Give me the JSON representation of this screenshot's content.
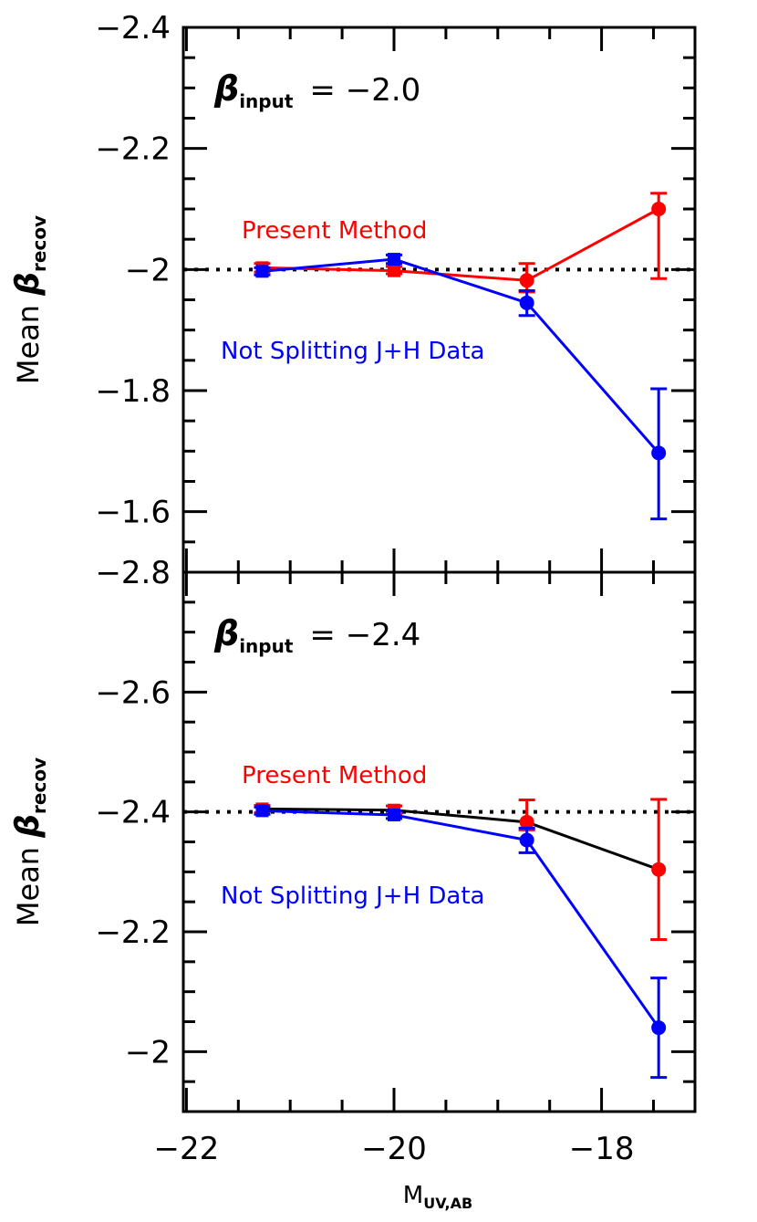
{
  "chart_data": [
    {
      "type": "line",
      "panel": "top",
      "annotation": {
        "symbol": "β",
        "sub": "input",
        "text": "= −2.0"
      },
      "ylabel": {
        "text": "Mean",
        "symbol": "β",
        "sub": "recov"
      },
      "xlim": [
        -22.03,
        -17.1
      ],
      "ylim": [
        -2.4,
        -1.5
      ],
      "y_inverted": true,
      "yticks": [
        -2.4,
        -2.2,
        -2,
        -1.8,
        -1.6
      ],
      "ytick_labels": [
        "−2.4",
        "−2.2",
        "−2",
        "−1.8",
        "−1.6"
      ],
      "reference_line": -2.0,
      "series": [
        {
          "name": "Present Method",
          "color": "#ff0000",
          "line_color": "#ff0000",
          "x": [
            -21.27,
            -20.0,
            -18.72,
            -17.45
          ],
          "y": [
            -2.003,
            -1.998,
            -1.982,
            -2.1
          ],
          "err_low": [
            -2.01,
            -1.993,
            -2.01,
            -2.126
          ],
          "err_high": [
            -1.996,
            -2.005,
            -1.963,
            -1.985
          ],
          "markers": [
            "square",
            "square",
            "circle",
            "circle"
          ]
        },
        {
          "name": "Not Splitting J+H Data",
          "color": "#0000ff",
          "line_color": "#0000ff",
          "x": [
            -21.27,
            -20.0,
            -18.72,
            -17.45
          ],
          "y": [
            -1.997,
            -2.017,
            -1.945,
            -1.697
          ],
          "err_low": [
            -2.003,
            -2.024,
            -1.965,
            -1.803
          ],
          "err_high": [
            -1.991,
            -2.01,
            -1.924,
            -1.588
          ],
          "markers": [
            "square",
            "square",
            "circle",
            "circle"
          ]
        }
      ]
    },
    {
      "type": "line",
      "panel": "bottom",
      "annotation": {
        "symbol": "β",
        "sub": "input",
        "text": "= −2.4"
      },
      "ylabel": {
        "text": "Mean",
        "symbol": "β",
        "sub": "recov"
      },
      "xlabel": {
        "text": "M",
        "sub": "UV,AB"
      },
      "xlim": [
        -22.03,
        -17.1
      ],
      "ylim": [
        -2.8,
        -1.9
      ],
      "y_inverted": true,
      "xticks": [
        -22,
        -20,
        -18
      ],
      "xtick_labels": [
        "−22",
        "−20",
        "−18"
      ],
      "yticks": [
        -2.8,
        -2.6,
        -2.4,
        -2.2,
        -2
      ],
      "ytick_labels": [
        "−2.8",
        "−2.6",
        "−2.4",
        "−2.2",
        "−2"
      ],
      "reference_line": -2.4,
      "series": [
        {
          "name": "Present Method",
          "color": "#ff0000",
          "line_color": "#000000",
          "x": [
            -21.27,
            -20.0,
            -18.72,
            -17.45
          ],
          "y": [
            -2.405,
            -2.403,
            -2.383,
            -2.304
          ],
          "err_low": [
            -2.411,
            -2.41,
            -2.42,
            -2.421
          ],
          "err_high": [
            -2.399,
            -2.396,
            -2.37,
            -2.187
          ],
          "markers": [
            "square",
            "square",
            "circle",
            "circle"
          ]
        },
        {
          "name": "Not Splitting J+H Data",
          "color": "#0000ff",
          "line_color": "#0000ff",
          "x": [
            -21.27,
            -20.0,
            -18.72,
            -17.45
          ],
          "y": [
            -2.402,
            -2.395,
            -2.353,
            -2.04
          ],
          "err_low": [
            -2.408,
            -2.401,
            -2.373,
            -2.123
          ],
          "err_high": [
            -2.396,
            -2.389,
            -2.332,
            -1.957
          ],
          "markers": [
            "square",
            "square",
            "circle",
            "circle"
          ]
        }
      ]
    }
  ]
}
